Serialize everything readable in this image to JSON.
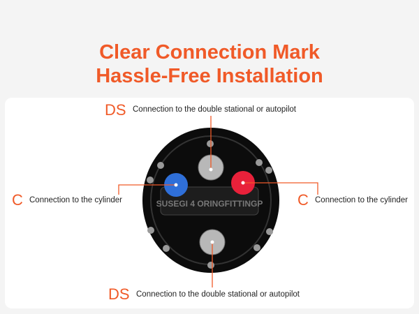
{
  "title": {
    "line1": "Clear Connection Mark",
    "line2": "Hassle-Free Installation"
  },
  "labels": {
    "top": {
      "code": "DS",
      "text": "Connection to the double stational or autopilot"
    },
    "left": {
      "code": "C",
      "text": "Connection to the cylinder"
    },
    "right": {
      "code": "C",
      "text": "Connection to the cylinder"
    },
    "bottom": {
      "code": "DS",
      "text": "Connection to the double stational or autopilot"
    }
  },
  "colors": {
    "accent": "#f05a28",
    "blue_port": "#2f6fd8",
    "red_port": "#e8213a"
  }
}
